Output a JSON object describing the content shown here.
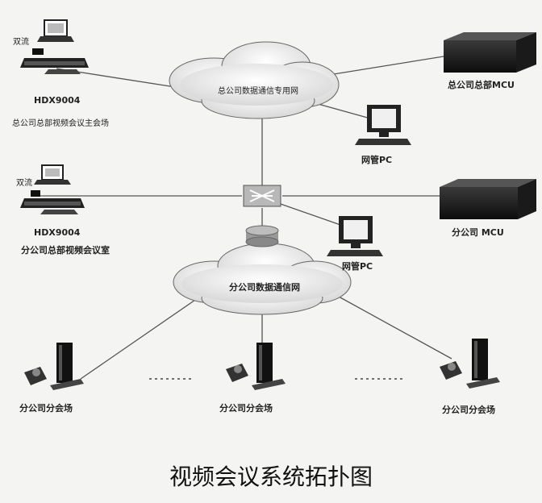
{
  "diagram": {
    "title": "视频会议系统拓扑图",
    "nodes": {
      "hq_dual_stream": "双流",
      "hq_terminal_model": "HDX9004",
      "hq_venue": "总公司总部视频会议主会场",
      "hq_network": "总公司数据通信专用网",
      "hq_mcu": "总公司总部MCU",
      "hq_mgmt_pc": "网管PC",
      "branch_dual_stream": "双流",
      "branch_terminal_model": "HDX9004",
      "branch_room": "分公司总部视频会议室",
      "branch_mcu": "分公司 MCU",
      "branch_mgmt_pc": "网管PC",
      "branch_network": "分公司数据通信网",
      "sub_venue_1": "分公司分会场",
      "sub_venue_2": "分公司分会场",
      "sub_venue_3": "分公司分会场"
    }
  }
}
